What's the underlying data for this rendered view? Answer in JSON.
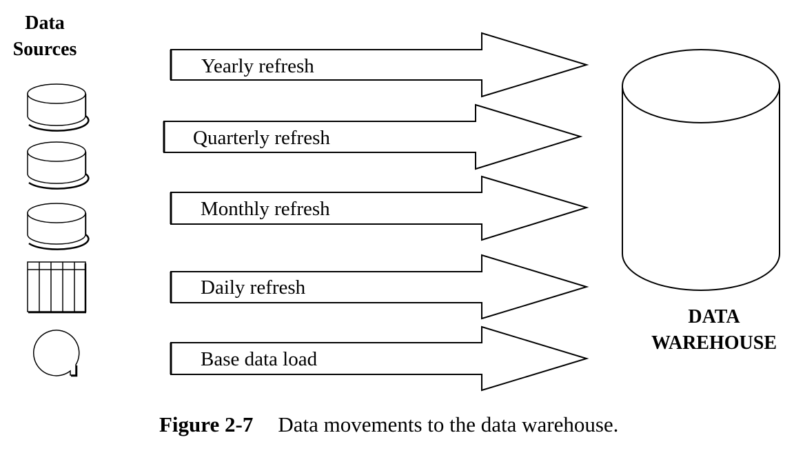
{
  "sources": {
    "title_line1": "Data",
    "title_line2": "Sources"
  },
  "arrows": [
    {
      "label": "Yearly refresh"
    },
    {
      "label": "Quarterly refresh"
    },
    {
      "label": "Monthly refresh"
    },
    {
      "label": "Daily refresh"
    },
    {
      "label": "Base data load"
    }
  ],
  "warehouse": {
    "label_line1": "DATA",
    "label_line2": "WAREHOUSE"
  },
  "caption": {
    "number": "Figure 2-7",
    "text": "Data movements to the data warehouse."
  }
}
